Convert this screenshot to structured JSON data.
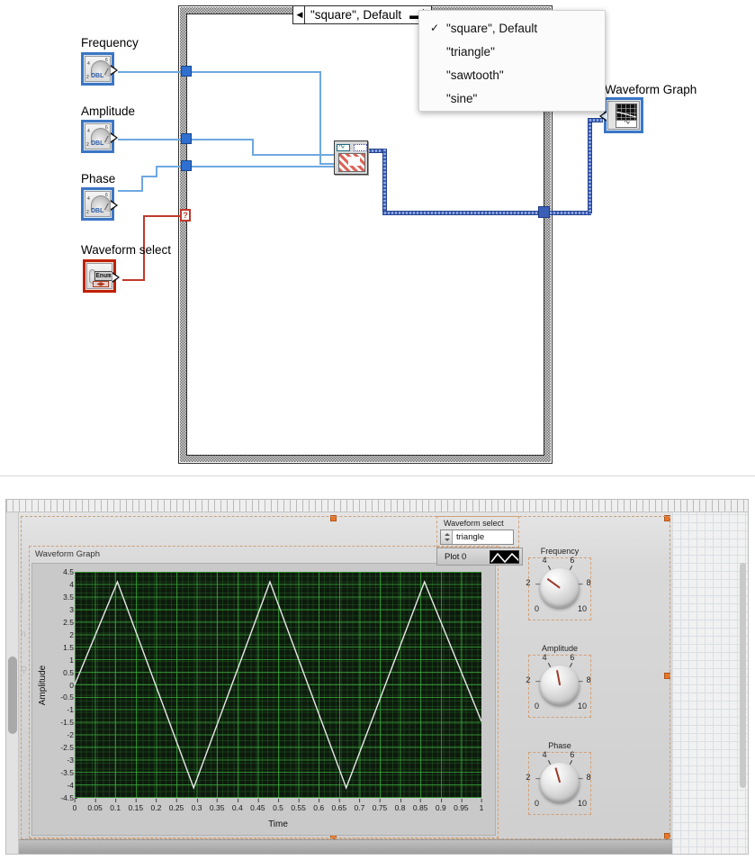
{
  "block_diagram": {
    "case_selector": {
      "value": "\"square\", Default",
      "left_arrow": "◀",
      "decrement_glyph": "▾"
    },
    "dropdown": {
      "checked_index": 0,
      "check_glyph": "✓",
      "items": [
        {
          "label": "\"square\", Default"
        },
        {
          "label": "\"triangle\""
        },
        {
          "label": "\"sawtooth\""
        },
        {
          "label": "\"sine\""
        }
      ]
    },
    "terminals": [
      {
        "name": "frequency",
        "label": "Frequency",
        "type_tag": "DBL"
      },
      {
        "name": "amplitude",
        "label": "Amplitude",
        "type_tag": "DBL"
      },
      {
        "name": "phase",
        "label": "Phase",
        "type_tag": "DBL"
      },
      {
        "name": "waveform-select",
        "label": "Waveform select",
        "type_tag": "Enum",
        "arrows": "◀▶"
      }
    ],
    "indicator": {
      "label": "Waveform Graph"
    },
    "error_tunnel_glyph": "?"
  },
  "front_panel": {
    "waveform_select": {
      "label": "Waveform select",
      "value": "triangle"
    },
    "plot_legend": {
      "name": "Plot 0"
    },
    "graph": {
      "title": "Waveform Graph"
    },
    "knobs": [
      {
        "name": "frequency",
        "label": "Frequency",
        "value": 3.0,
        "scale": [
          "0",
          "2",
          "4",
          "6",
          "8",
          "10"
        ]
      },
      {
        "name": "amplitude",
        "label": "Amplitude",
        "value": 4.6,
        "scale": [
          "0",
          "2",
          "4",
          "6",
          "8",
          "10"
        ]
      },
      {
        "name": "phase",
        "label": "Phase",
        "value": 4.4,
        "scale": [
          "0",
          "2",
          "4",
          "6",
          "8",
          "10"
        ]
      }
    ]
  },
  "chart_data": {
    "type": "line",
    "title": "Waveform Graph",
    "xlabel": "Time",
    "ylabel": "Amplitude",
    "xlim": [
      0,
      1
    ],
    "ylim": [
      -4.5,
      4.5
    ],
    "grid": true,
    "legend": [
      "Plot 0"
    ],
    "legend_position": "top-right-outside",
    "line_color": "#e8e8e8",
    "plot_bg": "#0d1a0d",
    "grid_color": "#2a7a2a",
    "xticks": [
      "0",
      "0.05",
      "0.1",
      "0.15",
      "0.2",
      "0.25",
      "0.3",
      "0.35",
      "0.4",
      "0.45",
      "0.5",
      "0.55",
      "0.6",
      "0.65",
      "0.7",
      "0.75",
      "0.8",
      "0.85",
      "0.9",
      "0.95",
      "1"
    ],
    "yticks": [
      "4.5",
      "4",
      "3.5",
      "3",
      "2.5",
      "2",
      "1.5",
      "1",
      "0.5",
      "0",
      "-0.5",
      "-1",
      "-1.5",
      "-2",
      "-2.5",
      "-3",
      "-3.5",
      "-4",
      "-4.5"
    ],
    "waveform": "triangle",
    "amplitude": 4.1,
    "period": 0.385,
    "series": [
      {
        "name": "Plot 0",
        "x": [
          0,
          0.105,
          0.2925,
          0.48,
          0.6675,
          0.86,
          1.0
        ],
        "y": [
          0,
          4.1,
          -4.1,
          4.1,
          -4.1,
          4.1,
          -1.45
        ]
      }
    ]
  }
}
